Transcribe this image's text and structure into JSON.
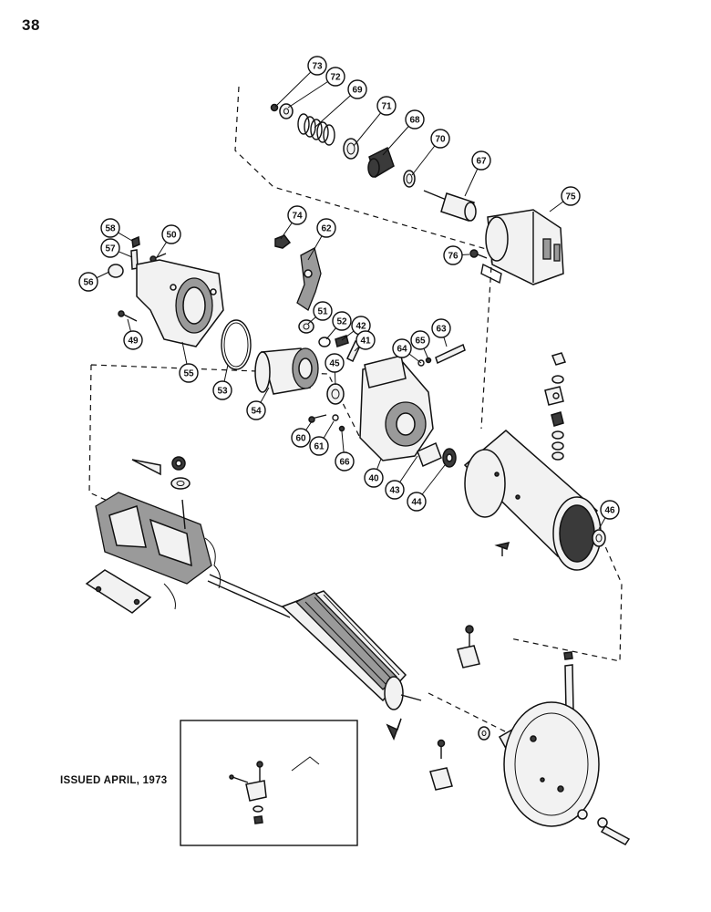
{
  "page_number": "38",
  "issued_text": "ISSUED APRIL, 1973",
  "callouts": [
    {
      "id": "c73",
      "label": "73"
    },
    {
      "id": "c72",
      "label": "72"
    },
    {
      "id": "c69",
      "label": "69"
    },
    {
      "id": "c71",
      "label": "71"
    },
    {
      "id": "c68",
      "label": "68"
    },
    {
      "id": "c70",
      "label": "70"
    },
    {
      "id": "c67",
      "label": "67"
    },
    {
      "id": "c75",
      "label": "75"
    },
    {
      "id": "c76",
      "label": "76"
    },
    {
      "id": "c74",
      "label": "74"
    },
    {
      "id": "c62",
      "label": "62"
    },
    {
      "id": "c58",
      "label": "58"
    },
    {
      "id": "c50",
      "label": "50"
    },
    {
      "id": "c57",
      "label": "57"
    },
    {
      "id": "c56",
      "label": "56"
    },
    {
      "id": "c49",
      "label": "49"
    },
    {
      "id": "c55",
      "label": "55"
    },
    {
      "id": "c53",
      "label": "53"
    },
    {
      "id": "c54",
      "label": "54"
    },
    {
      "id": "c51",
      "label": "51"
    },
    {
      "id": "c52",
      "label": "52"
    },
    {
      "id": "c42",
      "label": "42"
    },
    {
      "id": "c41",
      "label": "41"
    },
    {
      "id": "c45",
      "label": "45"
    },
    {
      "id": "c64",
      "label": "64"
    },
    {
      "id": "c65",
      "label": "65"
    },
    {
      "id": "c63",
      "label": "63"
    },
    {
      "id": "c60",
      "label": "60"
    },
    {
      "id": "c61",
      "label": "61"
    },
    {
      "id": "c66",
      "label": "66"
    },
    {
      "id": "c40",
      "label": "40"
    },
    {
      "id": "c43",
      "label": "43"
    },
    {
      "id": "c44",
      "label": "44"
    },
    {
      "id": "c46",
      "label": "46"
    }
  ]
}
